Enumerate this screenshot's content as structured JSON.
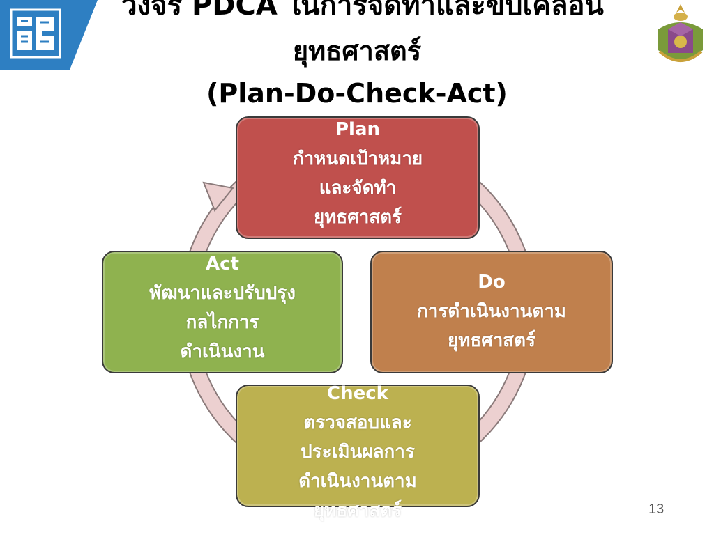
{
  "title": {
    "line1": "วงจร PDCA ในการจัดทำและขับเคลื่อน",
    "line2": "ยุทธศาสตร์",
    "line3": "(Plan-Do-Check-Act)"
  },
  "cycle": {
    "plan": {
      "head": "Plan",
      "lines": [
        "กำหนดเป้าหมาย",
        "และจัดทำ",
        "ยุทธศาสตร์"
      ]
    },
    "do": {
      "head": "Do",
      "lines": [
        "การดำเนินงานตาม",
        "ยุทธศาสตร์"
      ]
    },
    "check": {
      "head": "Check",
      "lines": [
        "ตรวจสอบและ",
        "ประเมินผลการ",
        "ดำเนินงานตาม",
        "ยุทธศาสตร์"
      ]
    },
    "act": {
      "head": "Act",
      "lines": [
        "พัฒนาและปรับปรุง",
        "กลไกการ",
        "ดำเนินงาน"
      ]
    }
  },
  "colors": {
    "plan": "#c0504d",
    "do": "#c0804d",
    "check": "#bcb150",
    "act": "#8fb24f",
    "ring": "#e8c9c9"
  },
  "page_number": "13"
}
